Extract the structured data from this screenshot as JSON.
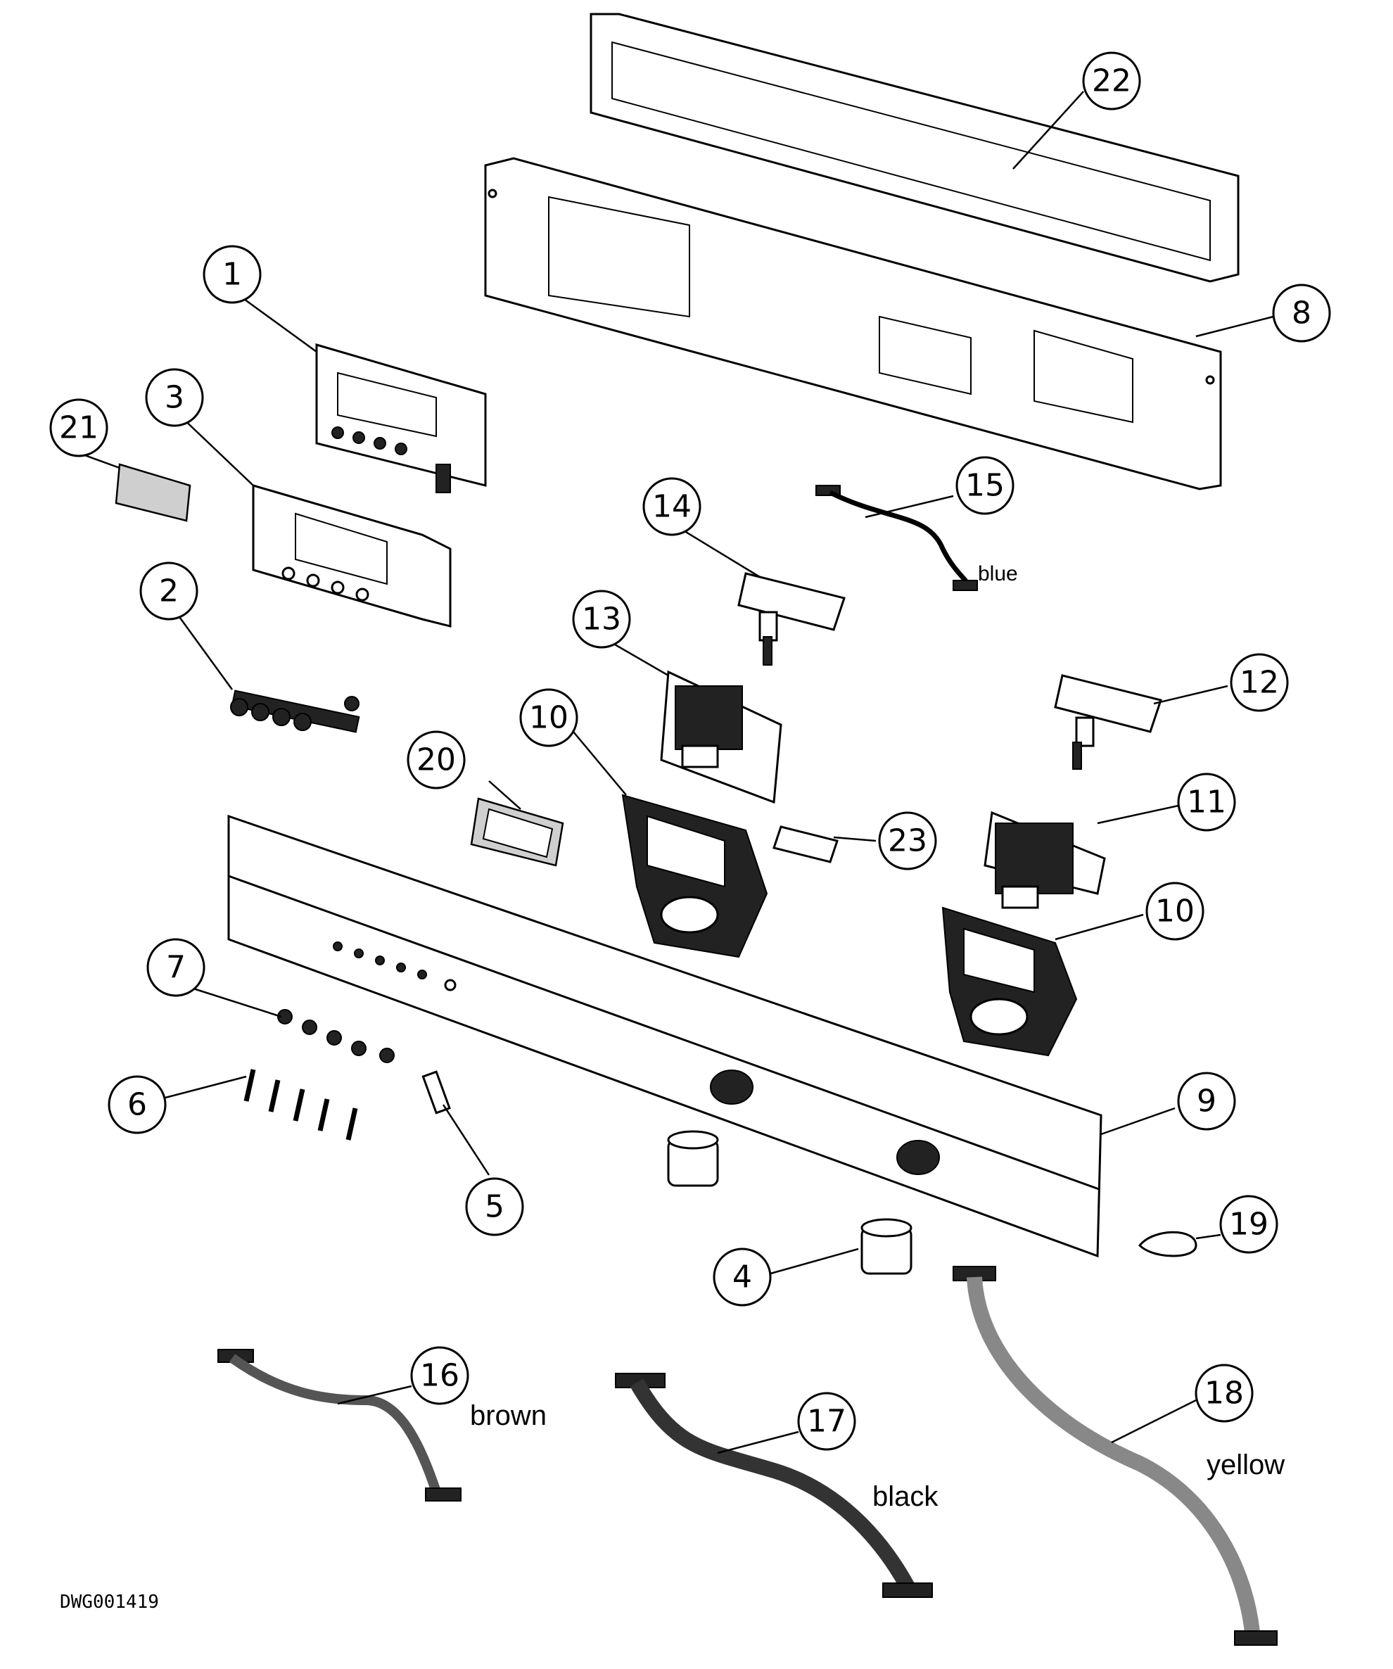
{
  "callouts": [
    {
      "label": "1"
    },
    {
      "label": "2"
    },
    {
      "label": "3"
    },
    {
      "label": "4"
    },
    {
      "label": "5"
    },
    {
      "label": "6"
    },
    {
      "label": "7"
    },
    {
      "label": "8"
    },
    {
      "label": "9"
    },
    {
      "label": "10"
    },
    {
      "label": "10"
    },
    {
      "label": "11"
    },
    {
      "label": "12"
    },
    {
      "label": "13"
    },
    {
      "label": "14"
    },
    {
      "label": "15"
    },
    {
      "label": "16"
    },
    {
      "label": "17"
    },
    {
      "label": "18"
    },
    {
      "label": "19"
    },
    {
      "label": "20"
    },
    {
      "label": "21"
    },
    {
      "label": "22"
    },
    {
      "label": "23"
    }
  ],
  "wires": {
    "blue": "blue",
    "brown": "brown",
    "black": "black",
    "yellow": "yellow"
  },
  "drawing_id": "DWG001419"
}
